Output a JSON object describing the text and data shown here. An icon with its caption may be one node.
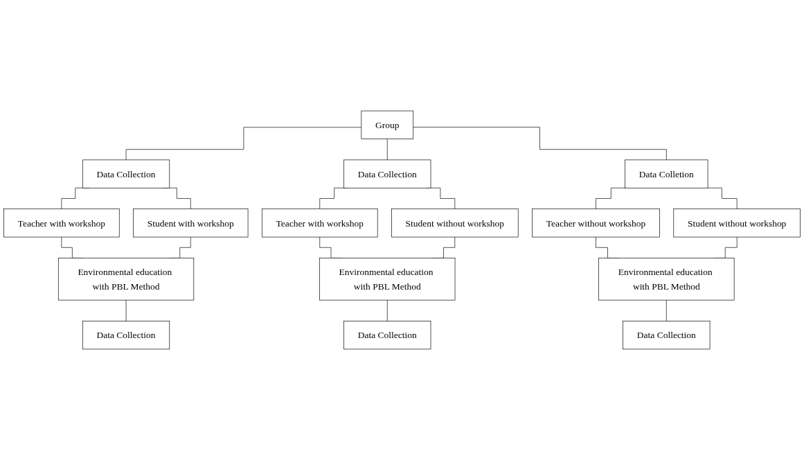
{
  "diagram": {
    "nodes": [
      {
        "text": [
          "Group"
        ]
      },
      {
        "text": [
          "Data Collection"
        ]
      },
      {
        "text": [
          "Data Collection"
        ]
      },
      {
        "text": [
          "Data Colletion"
        ]
      },
      {
        "text": [
          "Teacher with workshop"
        ]
      },
      {
        "text": [
          "Student with workshop"
        ]
      },
      {
        "text": [
          "Teacher with workshop"
        ]
      },
      {
        "text": [
          "Student without workshop"
        ]
      },
      {
        "text": [
          "Teacher without workshop"
        ]
      },
      {
        "text": [
          "Student without workshop"
        ]
      },
      {
        "text": [
          "Environmental education with PBL Method"
        ]
      },
      {
        "text": [
          "Environmental education with PBL Method"
        ]
      },
      {
        "text": [
          "Environmental education with PBL Method"
        ]
      },
      {
        "text": [
          "Data Collection"
        ]
      },
      {
        "text": [
          "Data Collection"
        ]
      },
      {
        "text": [
          "Data Collection"
        ]
      }
    ],
    "edges": [
      {
        "from": 0,
        "to": 1,
        "arrow": "none"
      },
      {
        "from": 0,
        "to": 2,
        "arrow": "none"
      },
      {
        "from": 0,
        "to": 3,
        "arrow": "none"
      },
      {
        "from": 1,
        "to": 4,
        "arrow": "none"
      },
      {
        "from": 1,
        "to": 5,
        "arrow": "none"
      },
      {
        "from": 2,
        "to": 6,
        "arrow": "none"
      },
      {
        "from": 2,
        "to": 7,
        "arrow": "none"
      },
      {
        "from": 3,
        "to": 8,
        "arrow": "none"
      },
      {
        "from": 3,
        "to": 9,
        "arrow": "none"
      },
      {
        "from": 4,
        "to": 10,
        "arrow": "none"
      },
      {
        "from": 5,
        "to": 10,
        "arrow": "none"
      },
      {
        "from": 6,
        "to": 11,
        "arrow": "none"
      },
      {
        "from": 7,
        "to": 11,
        "arrow": "none"
      },
      {
        "from": 8,
        "to": 12,
        "arrow": "none"
      },
      {
        "from": 9,
        "to": 12,
        "arrow": "none"
      },
      {
        "from": 10,
        "to": 13,
        "arrow": "none"
      },
      {
        "from": 11,
        "to": 14,
        "arrow": "none"
      },
      {
        "from": 12,
        "to": 15,
        "arrow": "none"
      }
    ]
  }
}
